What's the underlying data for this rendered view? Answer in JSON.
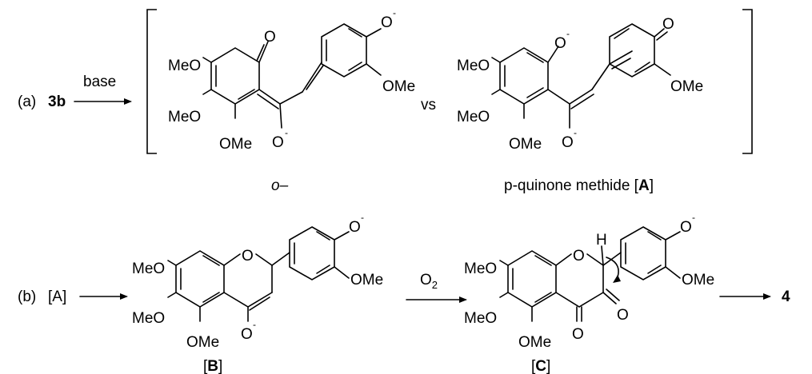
{
  "scheme_a": {
    "label": "(a)",
    "start": "3b",
    "reagent": "base",
    "left_caption": "o–",
    "versus": "vs",
    "right_caption_text": "p-quinone methide [",
    "right_caption_bold": "A",
    "right_caption_end": "]"
  },
  "scheme_b": {
    "label": "(b)",
    "start": "[A]",
    "reagent_main": "O",
    "reagent_sub": "2",
    "product": "4",
    "B_open": "[",
    "B_bold": "B",
    "B_close": "]",
    "C_open": "[",
    "C_bold": "C",
    "C_close": "]"
  },
  "atoms": {
    "meo": "MeO",
    "ome": "OMe",
    "o": "O",
    "o_minus": "O",
    "minus": "-",
    "h": "H"
  }
}
